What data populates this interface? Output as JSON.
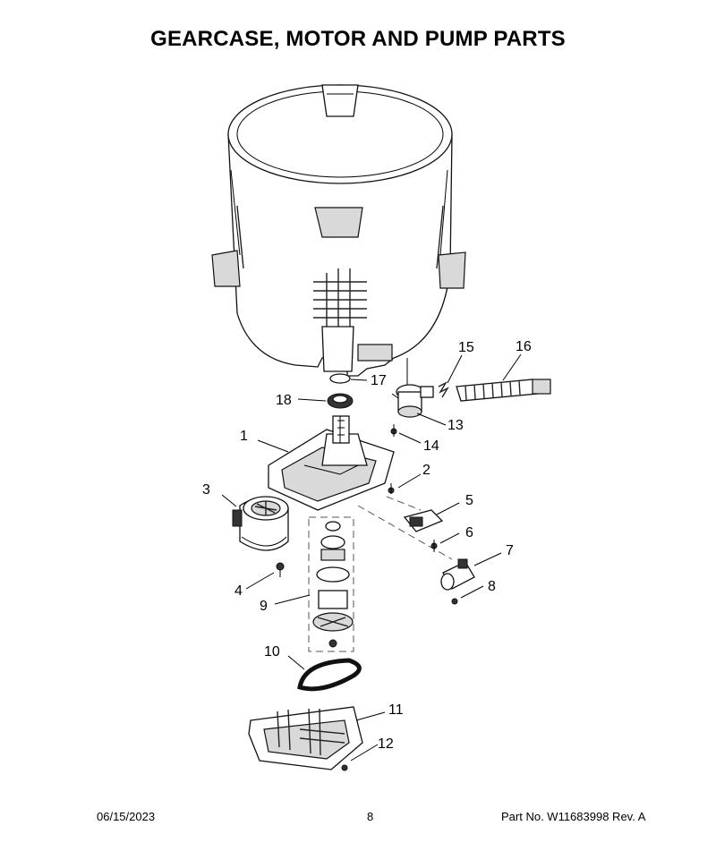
{
  "title": "GEARCASE, MOTOR AND PUMP PARTS",
  "callouts": {
    "c1": "1",
    "c2": "2",
    "c3": "3",
    "c4": "4",
    "c5": "5",
    "c6": "6",
    "c7": "7",
    "c8": "8",
    "c9": "9",
    "c10": "10",
    "c11": "11",
    "c12": "12",
    "c13": "13",
    "c14": "14",
    "c15": "15",
    "c16": "16",
    "c17": "17",
    "c18": "18"
  },
  "footer": {
    "date": "06/15/2023",
    "page": "8",
    "part_number": "Part No.  W11683998  Rev.  A"
  }
}
